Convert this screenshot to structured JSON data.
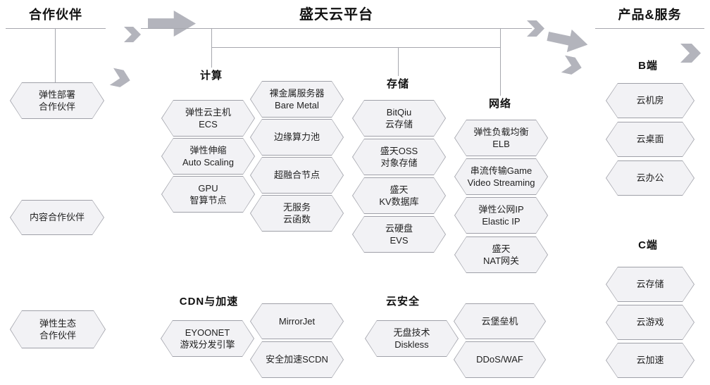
{
  "left": {
    "title": "合作伙伴",
    "items": [
      "弹性部署\n合作伙伴",
      "内容合作伙伴",
      "弹性生态\n合作伙伴"
    ]
  },
  "platform": {
    "title": "盛天云平台",
    "compute": {
      "header": "计算",
      "colA": [
        "弹性云主机\nECS",
        "弹性伸缩\nAuto Scaling",
        "GPU\n智算节点"
      ],
      "colB": [
        "裸金属服务器\nBare Metal",
        "边缘算力池",
        "超融合节点",
        "无服务\n云函数"
      ]
    },
    "storage": {
      "header": "存储",
      "items": [
        "BitQiu\n云存储",
        "盛天OSS\n对象存储",
        "盛天\nKV数据库",
        "云硬盘\nEVS"
      ]
    },
    "network": {
      "header": "网络",
      "items": [
        "弹性负载均衡\nELB",
        "串流传输Game\nVideo Streaming",
        "弹性公网IP\nElastic IP",
        "盛天\nNAT网关"
      ]
    },
    "cdn": {
      "header": "CDN与加速",
      "colA": [
        "EYOONET\n游戏分发引擎"
      ],
      "colB": [
        "MirrorJet",
        "安全加速SCDN"
      ]
    },
    "security": {
      "header": "云安全",
      "colA": [
        "无盘技术\nDiskless"
      ],
      "colB": [
        "云堡垒机",
        "DDoS/WAF"
      ]
    }
  },
  "right": {
    "title": "产品&服务",
    "b": {
      "header": "B端",
      "items": [
        "云机房",
        "云桌面",
        "云办公"
      ]
    },
    "c": {
      "header": "C端",
      "items": [
        "云存储",
        "云游戏",
        "云加速"
      ]
    }
  },
  "icons": {
    "flow_arrow_icon": "block-arrow-right",
    "flow_chevron_icon": "chevron-right"
  },
  "colors": {
    "hex_fill": "#f2f2f5",
    "hex_border": "#9fa0a8",
    "arrow": "#b3b4bc",
    "line": "#a6a7ae",
    "text": "#1f1f1f"
  }
}
